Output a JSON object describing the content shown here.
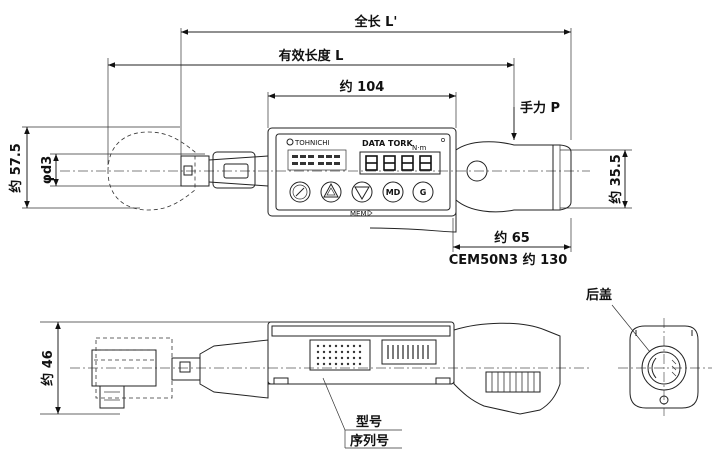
{
  "labels": {
    "overall_length": "全长 L'",
    "effective_length": "有效长度 L",
    "approx_104": "约 104",
    "hand_force": "手力 P",
    "height_57_5": "约 57.5",
    "phi_d3": "φd3",
    "height_35_5": "约 35.5",
    "approx_65": "约 65",
    "cem_model": "CEM50N3 约 130",
    "height_46": "约 46",
    "rear_cover": "后盖",
    "model_no": "型号",
    "serial_no": "序列号"
  },
  "device": {
    "brand": "TOHNICHI",
    "product": "DATA TORK",
    "unit": "N·m",
    "lcd_digits": "8.8.8.8",
    "mem_label": "MEM",
    "mode_buttons": [
      "MD",
      "G"
    ]
  }
}
